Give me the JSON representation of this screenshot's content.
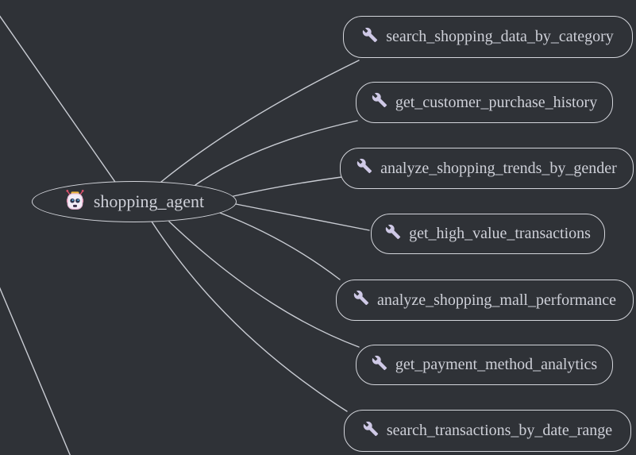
{
  "graph": {
    "agent": {
      "label": "shopping_agent",
      "icon": "robot-icon"
    },
    "tools": [
      {
        "label": "search_shopping_data_by_category",
        "icon": "wrench-icon"
      },
      {
        "label": "get_customer_purchase_history",
        "icon": "wrench-icon"
      },
      {
        "label": "analyze_shopping_trends_by_gender",
        "icon": "wrench-icon"
      },
      {
        "label": "get_high_value_transactions",
        "icon": "wrench-icon"
      },
      {
        "label": "analyze_shopping_mall_performance",
        "icon": "wrench-icon"
      },
      {
        "label": "get_payment_method_analytics",
        "icon": "wrench-icon"
      },
      {
        "label": "search_transactions_by_date_range",
        "icon": "wrench-icon"
      }
    ],
    "edges": [
      {
        "from": "shopping_agent",
        "to": "search_shopping_data_by_category"
      },
      {
        "from": "shopping_agent",
        "to": "get_customer_purchase_history"
      },
      {
        "from": "shopping_agent",
        "to": "analyze_shopping_trends_by_gender"
      },
      {
        "from": "shopping_agent",
        "to": "get_high_value_transactions"
      },
      {
        "from": "shopping_agent",
        "to": "analyze_shopping_mall_performance"
      },
      {
        "from": "shopping_agent",
        "to": "get_payment_method_analytics"
      },
      {
        "from": "shopping_agent",
        "to": "search_transactions_by_date_range"
      },
      {
        "from": "offscreen-parent",
        "to": "shopping_agent"
      },
      {
        "from": "offscreen",
        "to": "offscreen"
      }
    ],
    "theme": {
      "background": "#2f3237",
      "node_border": "#d3d5db",
      "edge_color": "#c9ccd3",
      "text_color": "#ced0d8",
      "wrench_color": "#cfc9e6",
      "robot_face": "#f2edf7",
      "robot_accent": "#d94f6a",
      "robot_crown": "#edb73d"
    }
  }
}
